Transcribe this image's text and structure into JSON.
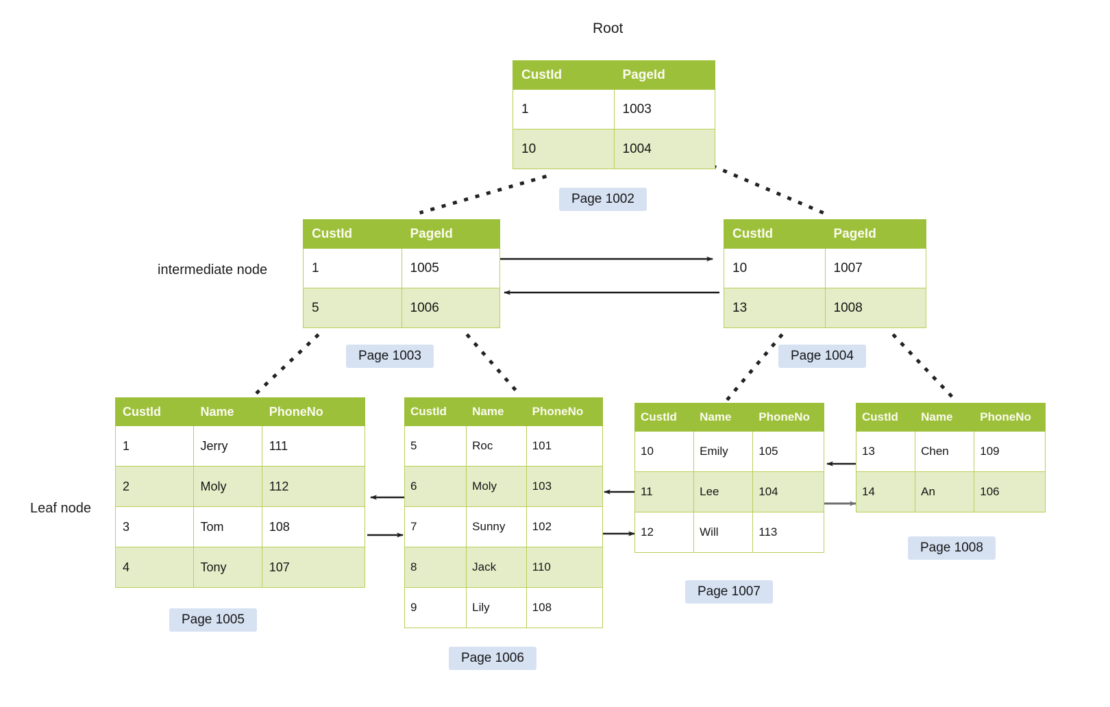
{
  "diagram": {
    "title": "Root",
    "side_labels": {
      "intermediate": "intermediate node",
      "leaf": "Leaf  node"
    },
    "colors": {
      "header_green": "#9dc03a",
      "row_alt_green": "#e5edc8",
      "border_green": "#b9ce55",
      "badge_blue": "#d6e1f2",
      "arrow_dark": "#1d1d1d",
      "arrow_gray": "#6f6f6f",
      "dotted": "#222222"
    }
  },
  "root_node": {
    "page_label": "Page 1002",
    "headers": [
      "CustId",
      "PageId"
    ],
    "rows": [
      [
        "1",
        "1003"
      ],
      [
        "10",
        "1004"
      ]
    ]
  },
  "intermediate_nodes": [
    {
      "page_label": "Page 1003",
      "headers": [
        "CustId",
        "PageId"
      ],
      "rows": [
        [
          "1",
          "1005"
        ],
        [
          "5",
          "1006"
        ]
      ]
    },
    {
      "page_label": "Page 1004",
      "headers": [
        "CustId",
        "PageId"
      ],
      "rows": [
        [
          "10",
          "1007"
        ],
        [
          "13",
          "1008"
        ]
      ]
    }
  ],
  "leaf_nodes": [
    {
      "page_label": "Page 1005",
      "headers": [
        "CustId",
        "Name",
        "PhoneNo"
      ],
      "rows": [
        [
          "1",
          "Jerry",
          "111"
        ],
        [
          "2",
          "Moly",
          "112"
        ],
        [
          "3",
          "Tom",
          "108"
        ],
        [
          "4",
          "Tony",
          "107"
        ]
      ]
    },
    {
      "page_label": "Page 1006",
      "headers": [
        "CustId",
        "Name",
        "PhoneNo"
      ],
      "rows": [
        [
          "5",
          "Roc",
          "101"
        ],
        [
          "6",
          "Moly",
          "103"
        ],
        [
          "7",
          "Sunny",
          "102"
        ],
        [
          "8",
          "Jack",
          "110"
        ],
        [
          "9",
          "Lily",
          "108"
        ]
      ]
    },
    {
      "page_label": "Page 1007",
      "headers": [
        "CustId",
        "Name",
        "PhoneNo"
      ],
      "rows": [
        [
          "10",
          "Emily",
          "105"
        ],
        [
          "11",
          "Lee",
          "104"
        ],
        [
          "12",
          "Will",
          "113"
        ]
      ]
    },
    {
      "page_label": "Page 1008",
      "headers": [
        "CustId",
        "Name",
        "PhoneNo"
      ],
      "rows": [
        [
          "13",
          "Chen",
          "109"
        ],
        [
          "14",
          "An",
          "106"
        ]
      ]
    }
  ]
}
